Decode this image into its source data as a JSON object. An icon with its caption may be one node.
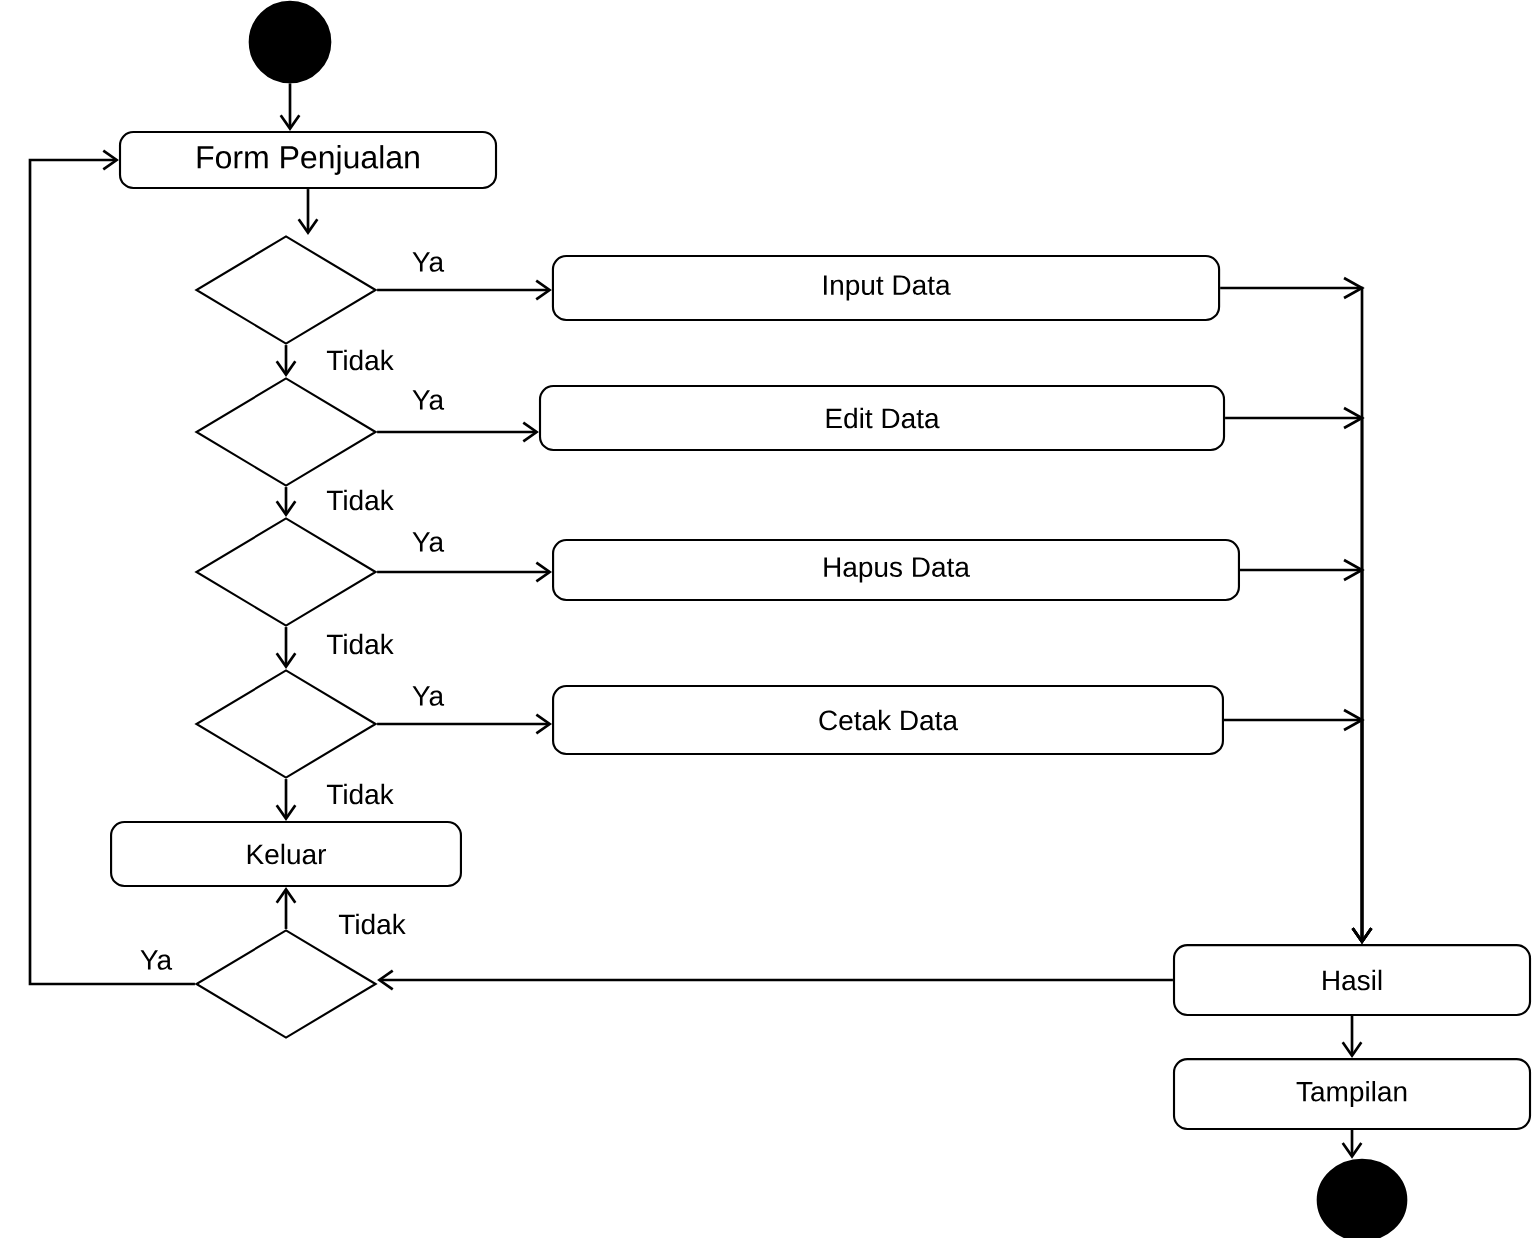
{
  "diagram": {
    "nodes": [
      {
        "text": [],
        "shape": "circle"
      },
      {
        "text": [
          "Form Penjualan"
        ]
      },
      {
        "text": [],
        "shape": "diamond"
      },
      {
        "text": [
          "Input Data"
        ]
      },
      {
        "text": [],
        "shape": "diamond"
      },
      {
        "text": [
          "Edit Data"
        ]
      },
      {
        "text": [],
        "shape": "diamond"
      },
      {
        "text": [
          "Hapus Data"
        ]
      },
      {
        "text": [],
        "shape": "diamond"
      },
      {
        "text": [
          "Cetak Data"
        ]
      },
      {
        "text": [
          "Keluar"
        ]
      },
      {
        "text": [],
        "shape": "diamond"
      },
      {
        "text": [
          "Hasil"
        ]
      },
      {
        "text": [
          "Tampilan"
        ]
      },
      {
        "text": [],
        "shape": "circle"
      }
    ],
    "edges": [
      {
        "from": 0,
        "to": 1,
        "arrow": "to"
      },
      {
        "from": 1,
        "to": 2,
        "arrow": "to"
      },
      {
        "from": 2,
        "to": 3,
        "arrow": "to",
        "label": "Ya"
      },
      {
        "from": 2,
        "to": 4,
        "arrow": "to",
        "label": "Tidak"
      },
      {
        "from": 4,
        "to": 5,
        "arrow": "to",
        "label": "Ya"
      },
      {
        "from": 4,
        "to": 6,
        "arrow": "to",
        "label": "Tidak"
      },
      {
        "from": 6,
        "to": 7,
        "arrow": "to",
        "label": "Ya"
      },
      {
        "from": 6,
        "to": 8,
        "arrow": "to",
        "label": "Tidak"
      },
      {
        "from": 8,
        "to": 9,
        "arrow": "to",
        "label": "Ya"
      },
      {
        "from": 8,
        "to": 10,
        "arrow": "to",
        "label": "Tidak"
      },
      {
        "from": 3,
        "to": 12,
        "arrow": "to"
      },
      {
        "from": 5,
        "to": 12,
        "arrow": "to"
      },
      {
        "from": 7,
        "to": 12,
        "arrow": "to"
      },
      {
        "from": 9,
        "to": 12,
        "arrow": "to"
      },
      {
        "from": 12,
        "to": 11,
        "arrow": "to"
      },
      {
        "from": 11,
        "to": 10,
        "arrow": "to",
        "label": "Tidak"
      },
      {
        "from": 11,
        "to": 1,
        "arrow": "to",
        "label": "Ya"
      },
      {
        "from": 12,
        "to": 13,
        "arrow": "to"
      },
      {
        "from": 13,
        "to": 14,
        "arrow": "to"
      }
    ]
  }
}
